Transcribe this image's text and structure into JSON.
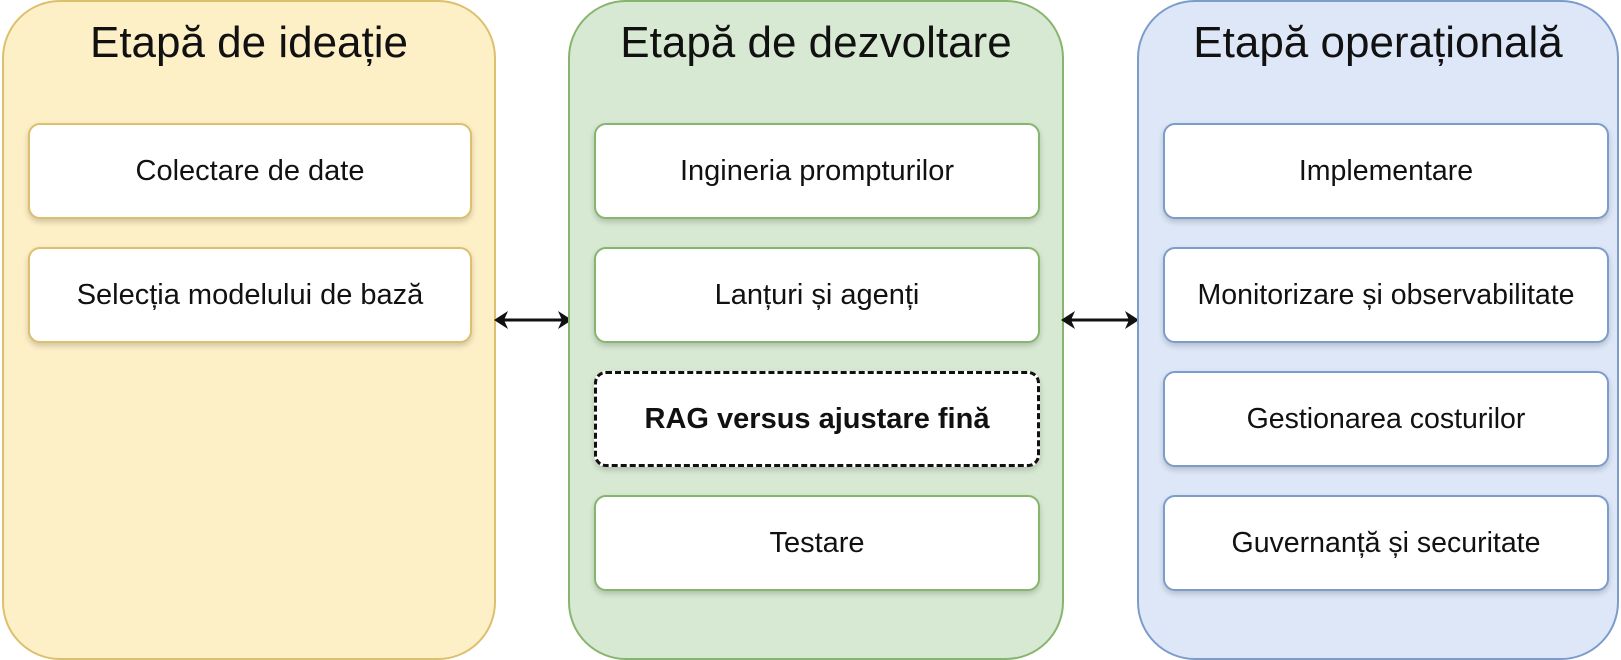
{
  "stages": [
    {
      "title": "Etapă de ideație",
      "color": "#fdefc6",
      "steps": [
        "Colectare de date",
        "Selecția modelului de bază"
      ]
    },
    {
      "title": "Etapă de dezvoltare",
      "color": "#d7e9d2",
      "steps": [
        "Ingineria prompturilor",
        "Lanțuri și agenți",
        "RAG versus ajustare fină",
        "Testare"
      ],
      "highlighted_step": "RAG versus ajustare fină"
    },
    {
      "title": "Etapă operațională",
      "color": "#dde7f7",
      "steps": [
        "Implementare",
        "Monitorizare și observabilitate",
        "Gestionarea costurilor",
        "Guvernanță și securitate"
      ]
    }
  ],
  "connectors": [
    {
      "from": "Etapă de ideație",
      "to": "Etapă de dezvoltare",
      "icon": "double-arrow"
    },
    {
      "from": "Etapă de dezvoltare",
      "to": "Etapă operațională",
      "icon": "double-arrow"
    }
  ]
}
